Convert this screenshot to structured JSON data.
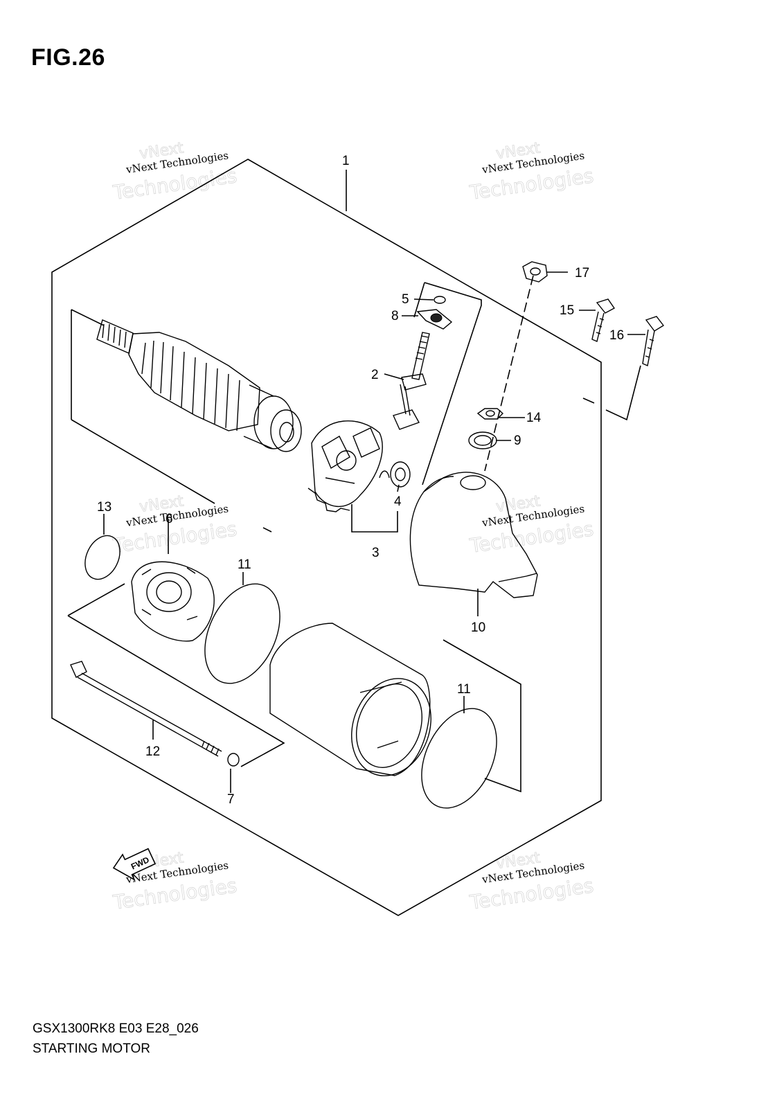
{
  "figure_title": "FIG.26",
  "callouts": {
    "c1": "1",
    "c2": "2",
    "c3": "3",
    "c4": "4",
    "c5": "5",
    "c6": "6",
    "c7": "7",
    "c8": "8",
    "c9": "9",
    "c10": "10",
    "c11a": "11",
    "c11b": "11",
    "c12": "12",
    "c13": "13",
    "c14": "14",
    "c15": "15",
    "c16": "16",
    "c17": "17"
  },
  "watermark": {
    "line1": "vNext Technologies",
    "line2": "vNext",
    "line3": "Technologies"
  },
  "direction_marker": "FWD",
  "footer": {
    "ref_code": "GSX1300RK8 E03 E28_026",
    "caption": "STARTING MOTOR"
  }
}
